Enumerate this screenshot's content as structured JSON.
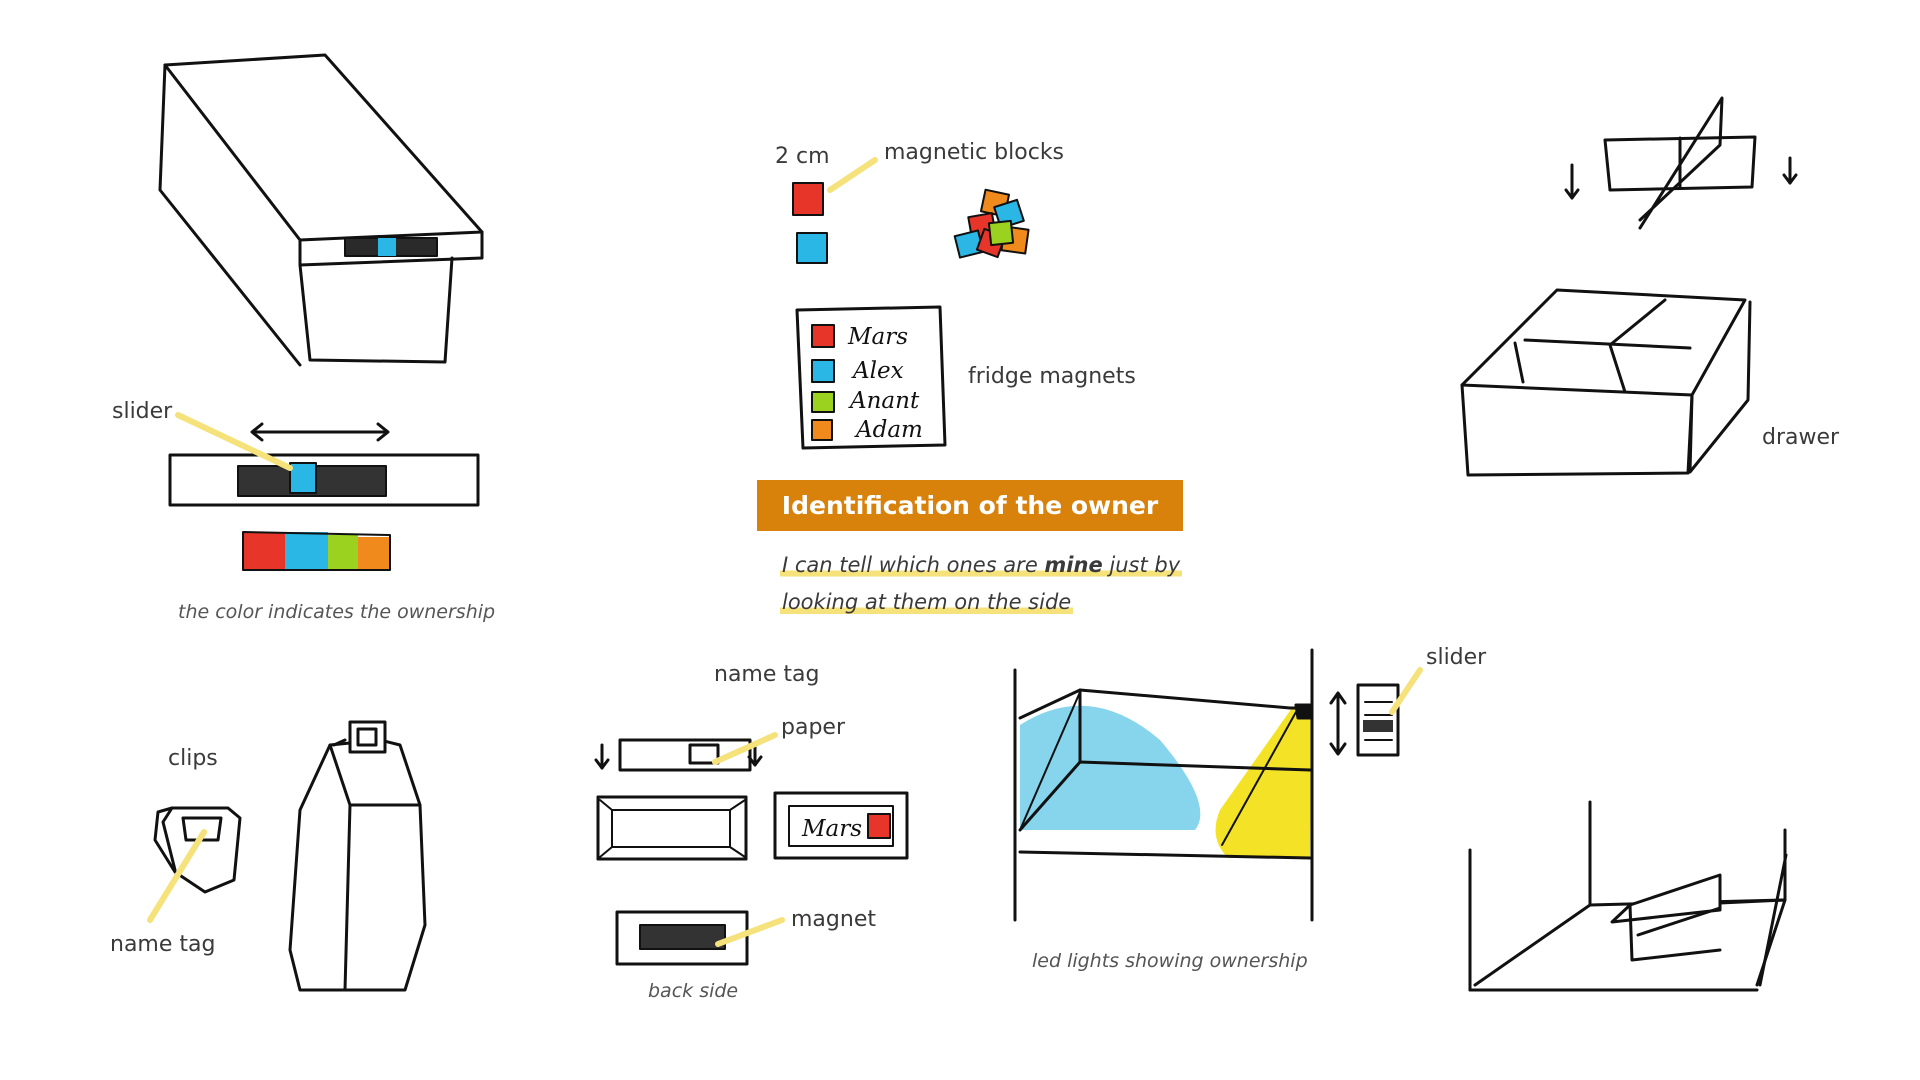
{
  "title": "Identification of the owner",
  "quote": {
    "line1_pre": "I can tell which ones are ",
    "line1_bold": "mine",
    "line1_post": " just by",
    "line2": "looking at them on the side"
  },
  "labels": {
    "slider_left": "slider",
    "color_caption": "the color indicates the ownership",
    "size": "2 cm",
    "magnetic_blocks": "magnetic blocks",
    "fridge_magnets": "fridge magnets",
    "drawer": "drawer",
    "clips": "clips",
    "name_tag_clip": "name tag",
    "name_tag": "name tag",
    "paper": "paper",
    "magnet": "magnet",
    "back_side": "back side",
    "slider_right": "slider",
    "led_caption": "led lights showing ownership"
  },
  "fridge_list": [
    "Mars",
    "Alex",
    "Anant",
    "Adam"
  ],
  "tag_text": "Mars",
  "colors": {
    "red": "#e8352a",
    "blue": "#2bb7e6",
    "green": "#9bd11f",
    "orange": "#f08a1c",
    "accent": "#d9820b",
    "highlight": "#f6e27a",
    "ink": "#111111"
  }
}
